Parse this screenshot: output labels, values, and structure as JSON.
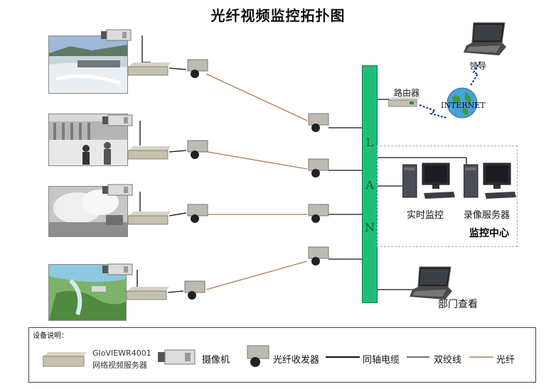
{
  "title": "光纤视频监控拓扑图",
  "lan": {
    "letters": [
      "L",
      "A",
      "N"
    ]
  },
  "router_label": "路由器",
  "internet_label": "INTERNET",
  "leader_label": "领导",
  "realtime_label": "实时监控",
  "recorder_label": "录像服务器",
  "center_label": "监控中心",
  "dept_label": "部门查看",
  "legend": {
    "title": "设备说明：",
    "server_name": "GIoVIEWR4001",
    "server_desc": "网络视频服务器",
    "camera": "摄像机",
    "transceiver": "光纤收发器",
    "coax": "同轴电缆",
    "twisted": "双绞线",
    "fiber": "光纤"
  },
  "colors": {
    "lan": "#1fbf7a",
    "fiber_line": "#b07a55",
    "cable_line": "#111111"
  }
}
